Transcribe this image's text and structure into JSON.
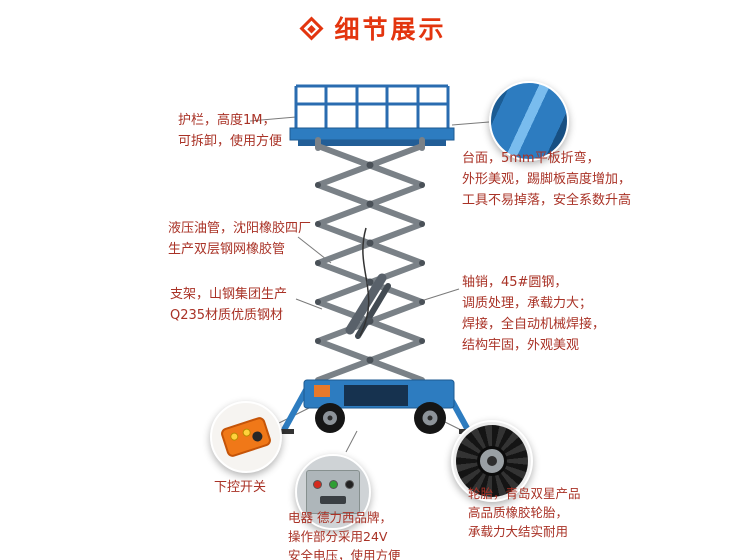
{
  "header": {
    "title": "细节展示"
  },
  "callouts": {
    "guardrail": {
      "lines": [
        "护栏，高度1M，",
        "可拆卸，使用方便"
      ]
    },
    "platform": {
      "lines": [
        "台面，5mm平板折弯，",
        "外形美观，踢脚板高度增加，",
        "工具不易掉落，安全系数升高"
      ]
    },
    "hydraulic": {
      "lines": [
        "液压油管，沈阳橡胶四厂",
        "生产双层钢网橡胶管"
      ]
    },
    "frame": {
      "lines": [
        "支架，山钢集团生产",
        "Q235材质优质钢材"
      ]
    },
    "axle": {
      "lines": [
        "轴销，45#圆钢，",
        "调质处理，承载力大；",
        "焊接，全自动机械焊接，",
        "结构牢固，外观美观"
      ]
    },
    "remote": {
      "label": "下控开关"
    },
    "electric": {
      "lines": [
        "电器 德力西品牌，",
        "操作部分采用24V",
        "安全电压，使用方便"
      ]
    },
    "tire": {
      "lines": [
        "轮胎，青岛双星产品",
        "高品质橡胶轮胎，",
        "承载力大结实耐用"
      ]
    }
  },
  "colors": {
    "accent": "#e3350f",
    "annotation": "#a93226",
    "platform_blue": "#2d7cc0",
    "scissor_gray": "#7a8187"
  }
}
